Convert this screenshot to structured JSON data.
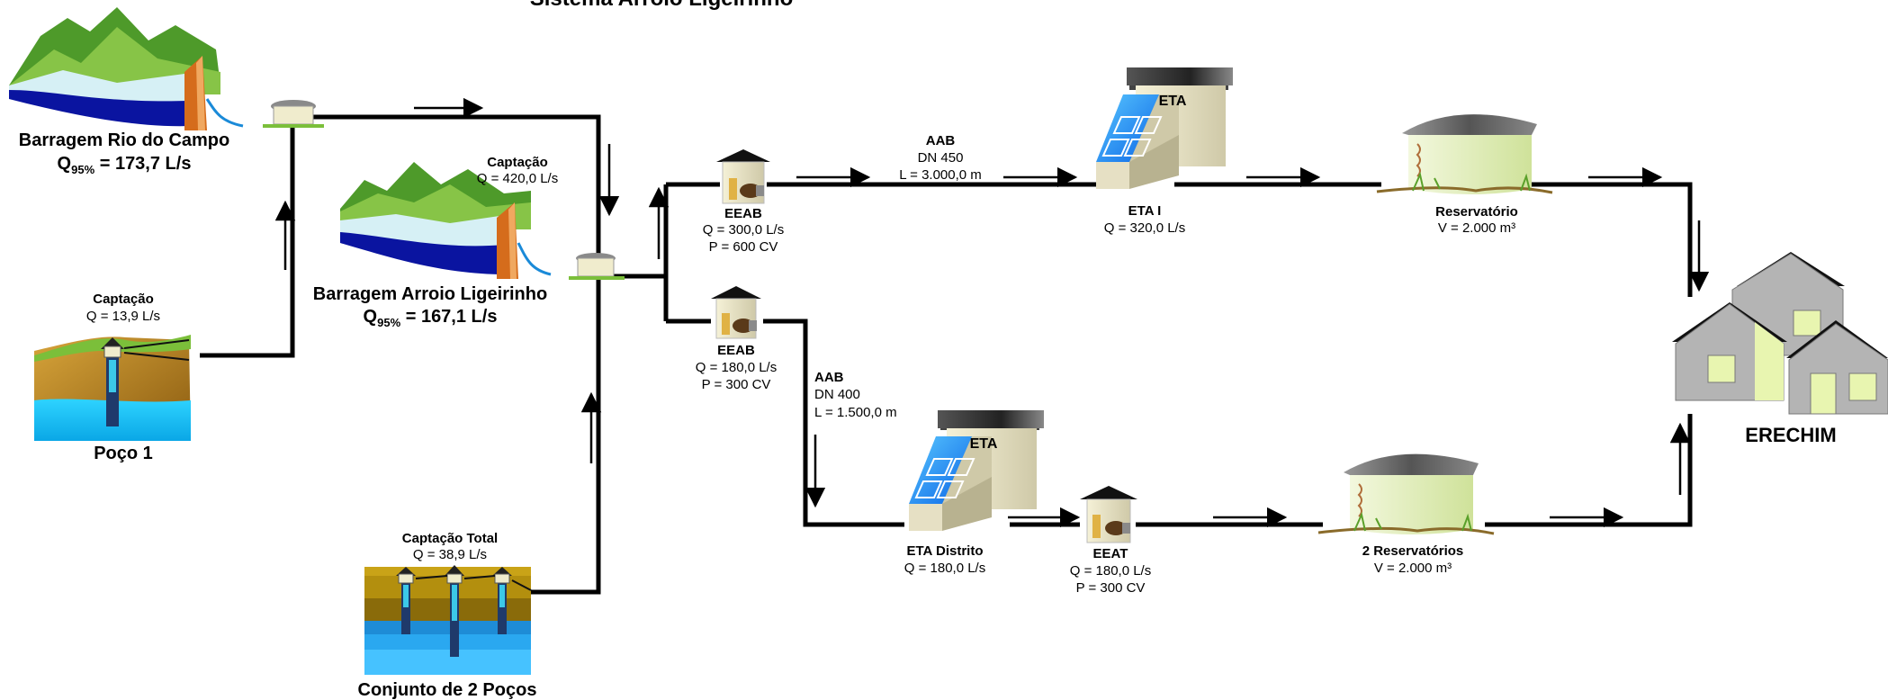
{
  "title": "Sistema Arroio Ligeirinho",
  "colors": {
    "pipe": "#000000",
    "water_dark": "#0a14a0",
    "water_light": "#00c8f0",
    "hill_green": "#4e9a2a",
    "dam_orange": "#d56c1c",
    "eta_blue": "#1e90ff",
    "reservoir_body": "#e3f0bf",
    "house_gray": "#b4b4b4"
  },
  "sources": {
    "rio_campo": {
      "name": "Barragem Rio do Campo",
      "q_prefix": "Q",
      "q_sub": "95%",
      "q_value": "= 173,7 L/s"
    },
    "arroio": {
      "captacao": "Captação",
      "captacao_q": "Q = 420,0 L/s",
      "name": "Barragem Arroio Ligeirinho",
      "q_prefix": "Q",
      "q_sub": "95%",
      "q_value": "= 167,1 L/s"
    },
    "poco1": {
      "captacao": "Captação",
      "q": "Q = 13,9 L/s",
      "name": "Poço 1"
    },
    "pocos2": {
      "captacao": "Captação Total",
      "q": "Q = 38,9 L/s",
      "name": "Conjunto de 2 Poços"
    }
  },
  "eeab_top": {
    "name": "EEAB",
    "q": "Q = 300,0 L/s",
    "p": "P = 600 CV"
  },
  "eeab_bottom": {
    "name": "EEAB",
    "q": "Q = 180,0 L/s",
    "p": "P = 300 CV"
  },
  "aab_top": {
    "name": "AAB",
    "dn": "DN 450",
    "l": "L = 3.000,0 m"
  },
  "aab_bottom": {
    "name": "AAB",
    "dn": "DN 400",
    "l": "L = 1.500,0 m"
  },
  "eta1": {
    "roof_label": "ETA",
    "name": "ETA I",
    "q": "Q = 320,0 L/s"
  },
  "eta_distrito": {
    "roof_label": "ETA",
    "name": "ETA Distrito",
    "q": "Q = 180,0 L/s"
  },
  "eeat": {
    "name": "EEAT",
    "q": "Q = 180,0 L/s",
    "p": "P = 300 CV"
  },
  "reservatorio": {
    "name": "Reservatório",
    "v": "V = 2.000 m³"
  },
  "reservatorios2": {
    "name": "2 Reservatórios",
    "v": "V = 2.000 m³"
  },
  "city": {
    "name": "ERECHIM"
  }
}
